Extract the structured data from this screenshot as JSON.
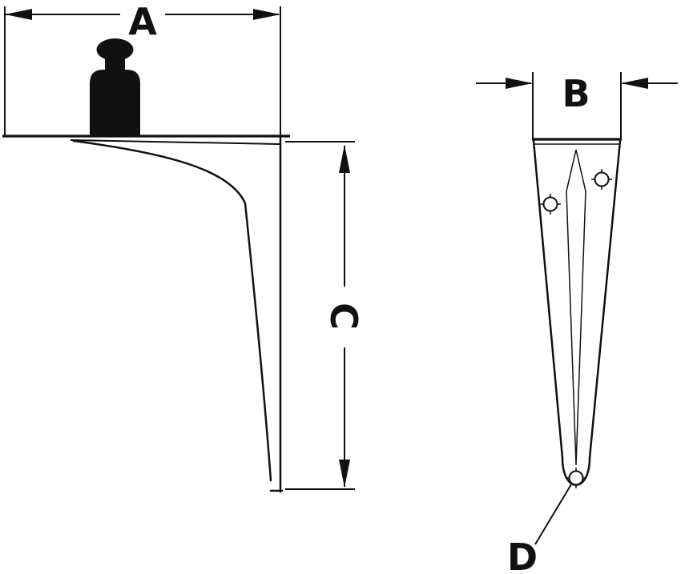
{
  "page": {
    "background_color": "#ffffff",
    "line_color": "#111111"
  },
  "drawing": {
    "type": "bracket-dimension-diagram",
    "side_view": {
      "width_dimension_label": "A",
      "height_dimension_label": "C",
      "weight_icon": "load-weight-silhouette"
    },
    "front_view": {
      "width_dimension_label": "B",
      "bottom_hole_label": "D"
    }
  }
}
